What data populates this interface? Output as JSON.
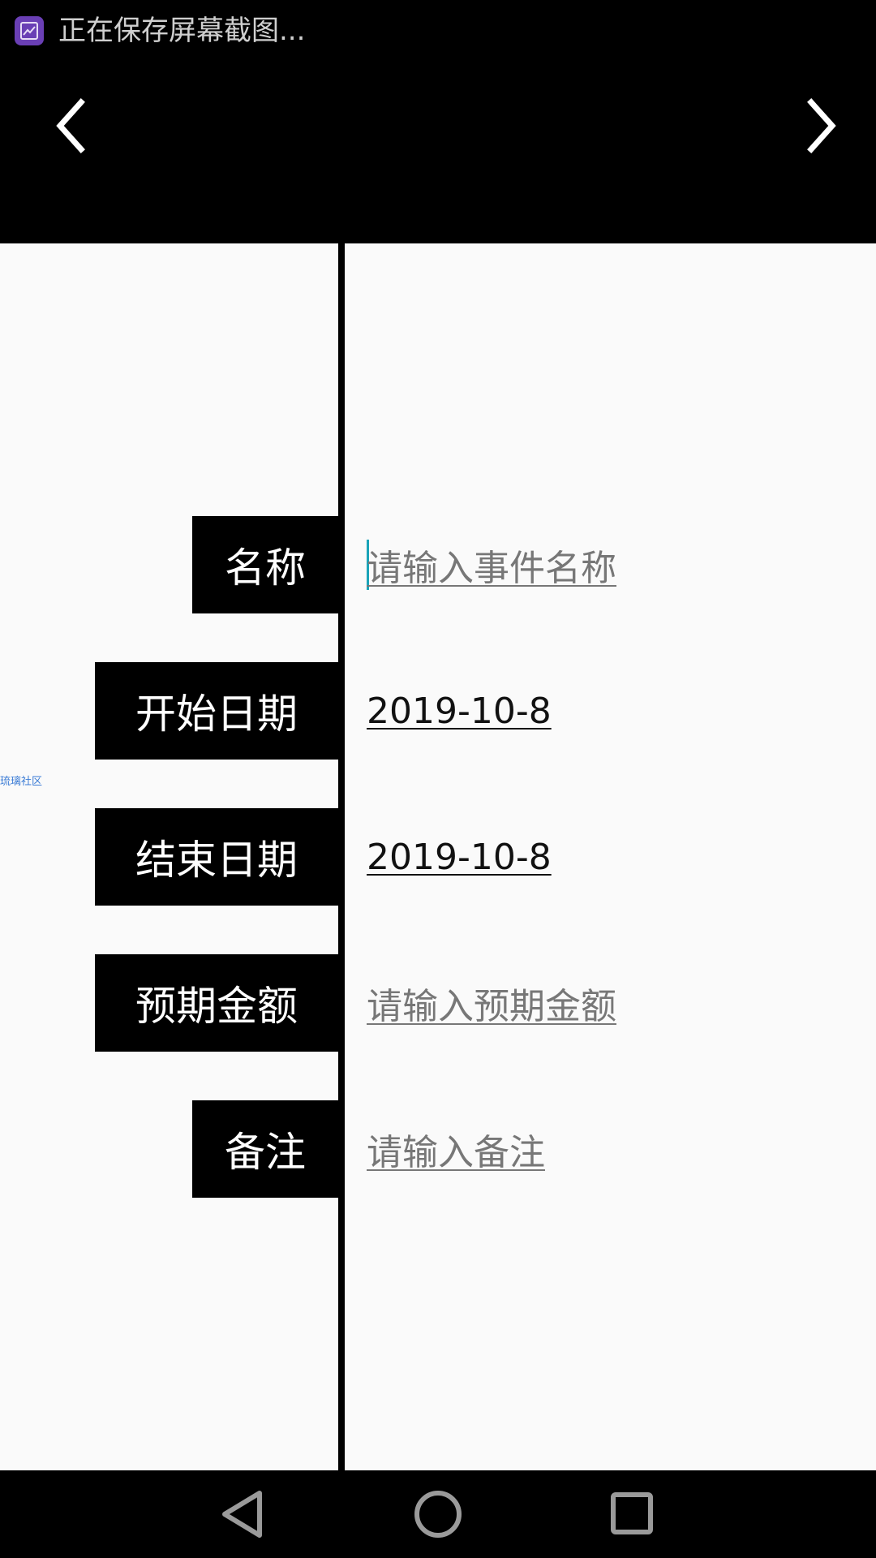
{
  "status_bar": {
    "notification_icon": "screenshot-icon",
    "text": "正在保存屏幕截图..."
  },
  "header": {
    "prev_icon": "chevron-left-icon",
    "next_icon": "chevron-right-icon"
  },
  "form": {
    "fields": [
      {
        "label": "名称",
        "placeholder": "请输入事件名称",
        "value": ""
      },
      {
        "label": "开始日期",
        "placeholder": "",
        "value": "2019-10-8"
      },
      {
        "label": "结束日期",
        "placeholder": "",
        "value": "2019-10-8"
      },
      {
        "label": "预期金额",
        "placeholder": "请输入预期金额",
        "value": ""
      },
      {
        "label": "备注",
        "placeholder": "请输入备注",
        "value": ""
      }
    ]
  },
  "watermark": "琉璃社区",
  "system_nav": {
    "back_icon": "back-triangle-icon",
    "home_icon": "home-circle-icon",
    "recent_icon": "recents-square-icon"
  },
  "colors": {
    "bar_background": "#000000",
    "page_background": "#fafafa",
    "label_background": "#000000",
    "label_text": "#ffffff",
    "placeholder_text": "#777777",
    "value_text": "#111111",
    "cursor": "#1aa3b8",
    "status_icon": "#6a3fb5"
  }
}
